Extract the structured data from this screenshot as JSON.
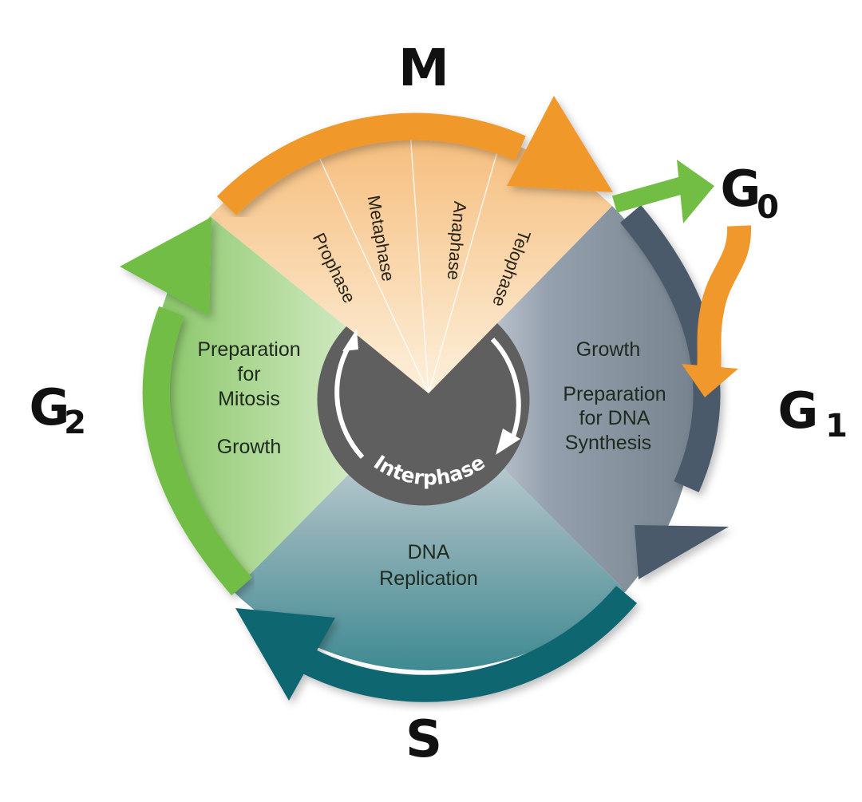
{
  "labels": {
    "m": "M",
    "g0_main": "G",
    "g0_sub": "0",
    "g1_main": "G",
    "g1_sub": "1",
    "g2_main": "G",
    "g2_sub": "2",
    "s": "S"
  },
  "m_phases": [
    "Prophase",
    "Metaphase",
    "Anaphase",
    "Telophase"
  ],
  "g2_sector": {
    "line1": "Preparation",
    "line2": "for",
    "line3": "Mitosis",
    "line4": "Growth"
  },
  "g1_sector": {
    "line1": "Growth",
    "line2": "Preparation",
    "line3": "for DNA",
    "line4": "Synthesis"
  },
  "s_sector": {
    "line1": "DNA",
    "line2": "Replication"
  },
  "center": {
    "label": "Interphase"
  },
  "colors": {
    "orange": "#f0982b",
    "green": "#72bd44",
    "slate": "#4b5a6a",
    "teal": "#0f6670",
    "center": "#5f5f5f"
  }
}
